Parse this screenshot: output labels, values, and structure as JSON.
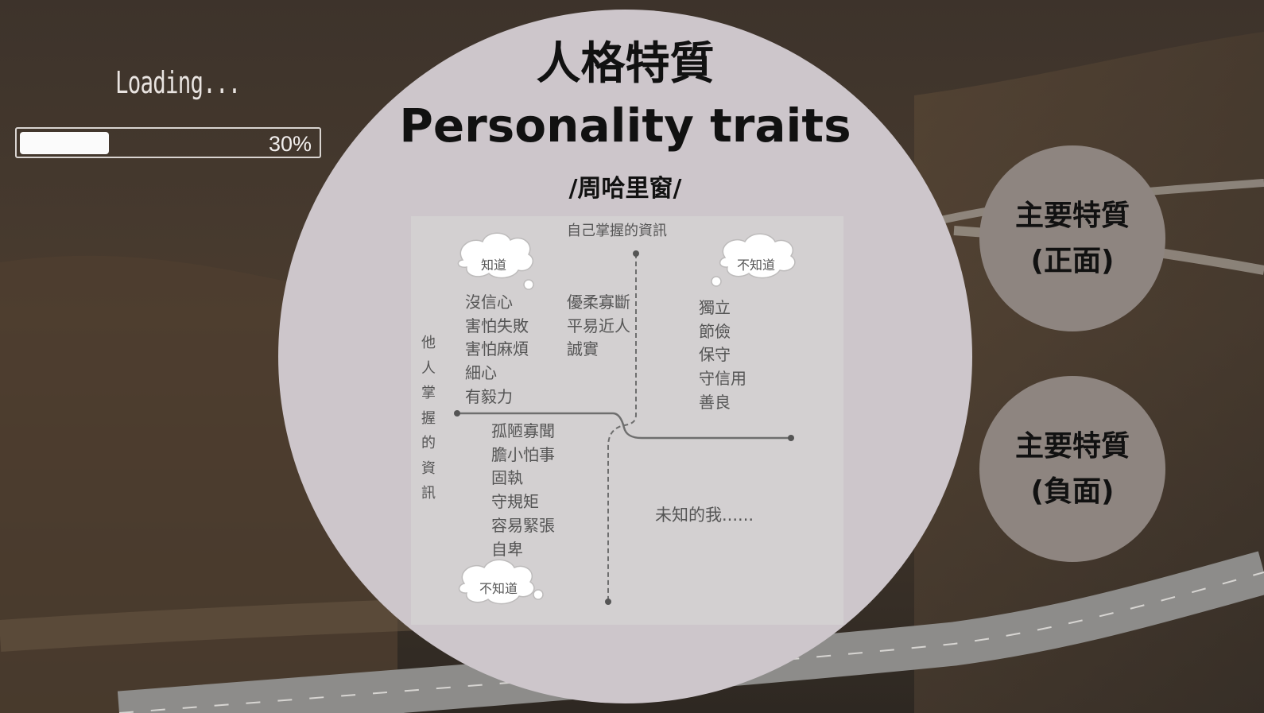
{
  "loading": {
    "label": "Loading...",
    "percent_text": "30%",
    "progress": 0.3
  },
  "title": {
    "zh": "人格特質",
    "en": "Personality traits",
    "sub": "/周哈里窗/"
  },
  "diagram": {
    "top_axis": "自己掌握的資訊",
    "left_axis": "他人掌握的資訊",
    "cloud_known": "知道",
    "cloud_unknown_top": "不知道",
    "cloud_unknown_bottom": "不知道",
    "open_col1": [
      "沒信心",
      "害怕失敗",
      "害怕麻煩",
      "細心",
      "有毅力"
    ],
    "open_col2": [
      "優柔寡斷",
      "平易近人",
      "誠實"
    ],
    "blind": [
      "獨立",
      "節儉",
      "保守",
      "守信用",
      "善良"
    ],
    "hidden": [
      "孤陋寡聞",
      "膽小怕事",
      "固執",
      "守規矩",
      "容易緊張",
      "自卑"
    ],
    "unknown": "未知的我......"
  },
  "buttons": {
    "positive": [
      "主要特質",
      "(正面)"
    ],
    "negative": [
      "主要特質",
      "(負面)"
    ]
  }
}
